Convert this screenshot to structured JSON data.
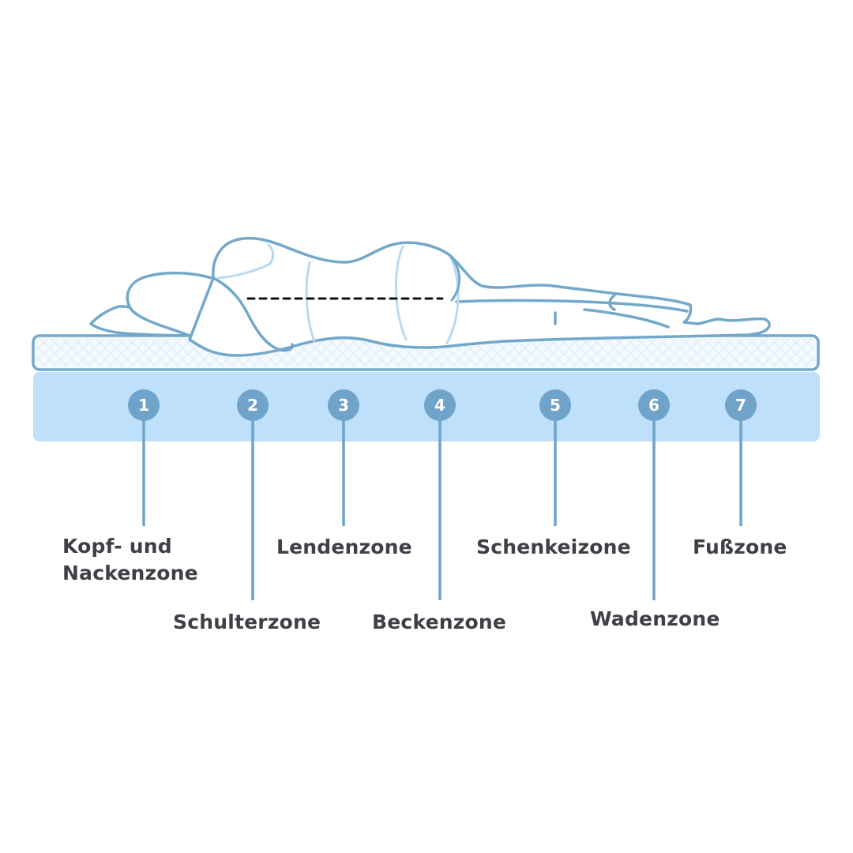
{
  "colors": {
    "outline": "#72a8cc",
    "lightLine": "#b8daf2",
    "coreFill": "#bfe0fa",
    "topperFill": "#f4f9fd",
    "badge": "#6fa3c9",
    "badgeText": "#ffffff",
    "dashed": "#111111",
    "label": "#3f3f46"
  },
  "zones": [
    {
      "number": "1",
      "label": "Kopf- und\nNackenzone"
    },
    {
      "number": "2",
      "label": "Schulterzone"
    },
    {
      "number": "3",
      "label": "Lendenzone"
    },
    {
      "number": "4",
      "label": "Beckenzone"
    },
    {
      "number": "5",
      "label": "Schenkeizone"
    },
    {
      "number": "6",
      "label": "Wadenzone"
    },
    {
      "number": "7",
      "label": "Fußzone"
    }
  ]
}
